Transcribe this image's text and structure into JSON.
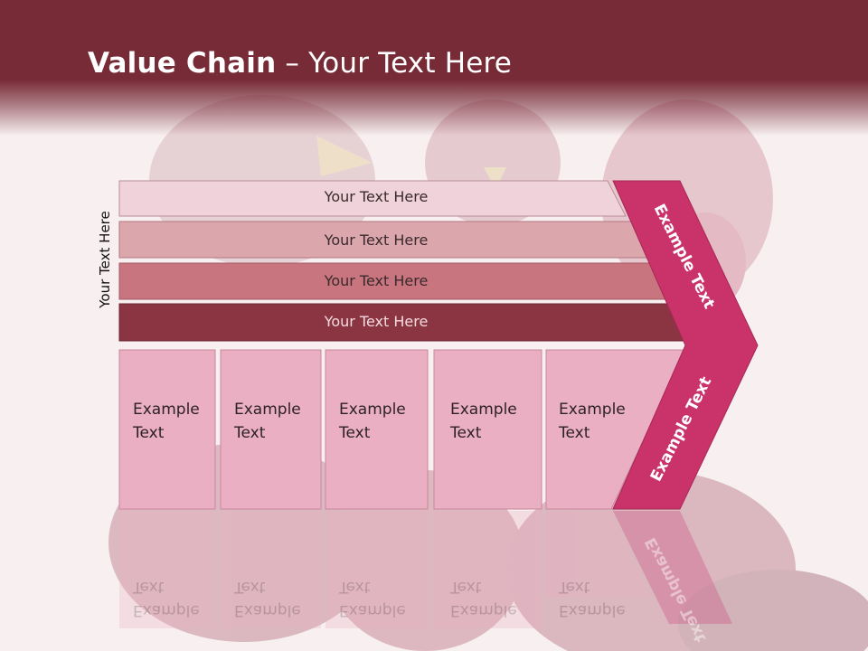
{
  "slide": {
    "title_bold": "Value Chain",
    "title_rest": " – Your Text Here",
    "side_label": "Your Text Here"
  },
  "bars": [
    {
      "label": "Your Text Here",
      "color": "#f0d3da"
    },
    {
      "label": "Your Text Here",
      "color": "#dca6ad"
    },
    {
      "label": "Your Text Here",
      "color": "#c8757f"
    },
    {
      "label": "Your Text Here",
      "color": "#8b3442"
    }
  ],
  "boxes": [
    {
      "line1": "Example",
      "line2": "Text"
    },
    {
      "line1": "Example",
      "line2": "Text"
    },
    {
      "line1": "Example",
      "line2": "Text"
    },
    {
      "line1": "Example",
      "line2": "Text"
    },
    {
      "line1": "Example",
      "line2": "Text"
    }
  ],
  "chevron": {
    "upper_label": "Example Text",
    "lower_label": "Example Text",
    "color": "#c9336a"
  },
  "colors": {
    "header": "#772b37",
    "box_fill": "#ebafc3",
    "background": "#f7eff0"
  }
}
